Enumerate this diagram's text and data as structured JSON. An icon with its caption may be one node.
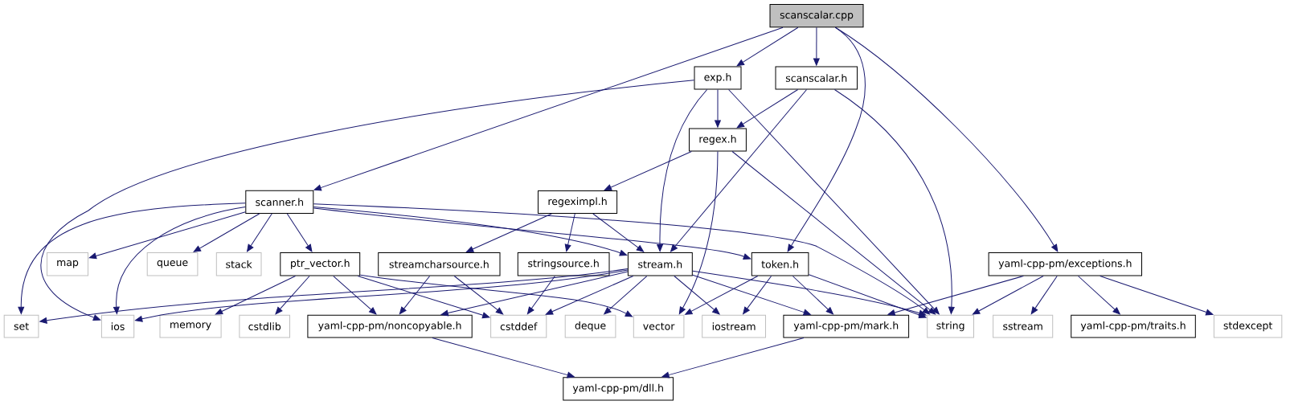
{
  "diagram": {
    "nodes": [
      {
        "text": [
          "scanscalar.cpp"
        ]
      },
      {
        "text": [
          "exp.h"
        ]
      },
      {
        "text": [
          "scanscalar.h"
        ]
      },
      {
        "text": [
          "regex.h"
        ]
      },
      {
        "text": [
          "scanner.h"
        ]
      },
      {
        "text": [
          "regeximpl.h"
        ]
      },
      {
        "text": [
          "map"
        ]
      },
      {
        "text": [
          "queue"
        ]
      },
      {
        "text": [
          "stack"
        ]
      },
      {
        "text": [
          "ptr_vector.h"
        ]
      },
      {
        "text": [
          "streamcharsource.h"
        ]
      },
      {
        "text": [
          "stringsource.h"
        ]
      },
      {
        "text": [
          "stream.h"
        ]
      },
      {
        "text": [
          "token.h"
        ]
      },
      {
        "text": [
          "yaml-cpp-pm/exceptions.h"
        ]
      },
      {
        "text": [
          "set"
        ]
      },
      {
        "text": [
          "ios"
        ]
      },
      {
        "text": [
          "memory"
        ]
      },
      {
        "text": [
          "cstdlib"
        ]
      },
      {
        "text": [
          "yaml-cpp-pm/noncopyable.h"
        ]
      },
      {
        "text": [
          "cstddef"
        ]
      },
      {
        "text": [
          "deque"
        ]
      },
      {
        "text": [
          "vector"
        ]
      },
      {
        "text": [
          "iostream"
        ]
      },
      {
        "text": [
          "yaml-cpp-pm/mark.h"
        ]
      },
      {
        "text": [
          "string"
        ]
      },
      {
        "text": [
          "sstream"
        ]
      },
      {
        "text": [
          "yaml-cpp-pm/traits.h"
        ]
      },
      {
        "text": [
          "stdexcept"
        ]
      },
      {
        "text": [
          "yaml-cpp-pm/dll.h"
        ]
      }
    ],
    "edges": [
      {
        "from": 0,
        "to": 1,
        "arrow": "to"
      },
      {
        "from": 0,
        "to": 2,
        "arrow": "to"
      },
      {
        "from": 0,
        "to": 4,
        "arrow": "to"
      },
      {
        "from": 0,
        "to": 13,
        "arrow": "to"
      },
      {
        "from": 0,
        "to": 14,
        "arrow": "to"
      },
      {
        "from": 1,
        "to": 16,
        "arrow": "to"
      },
      {
        "from": 1,
        "to": 3,
        "arrow": "to"
      },
      {
        "from": 1,
        "to": 12,
        "arrow": "to"
      },
      {
        "from": 1,
        "to": 25,
        "arrow": "to"
      },
      {
        "from": 2,
        "to": 3,
        "arrow": "to"
      },
      {
        "from": 2,
        "to": 12,
        "arrow": "to"
      },
      {
        "from": 2,
        "to": 25,
        "arrow": "to"
      },
      {
        "from": 3,
        "to": 5,
        "arrow": "to"
      },
      {
        "from": 3,
        "to": 22,
        "arrow": "to"
      },
      {
        "from": 3,
        "to": 25,
        "arrow": "to"
      },
      {
        "from": 4,
        "to": 15,
        "arrow": "to"
      },
      {
        "from": 4,
        "to": 16,
        "arrow": "to"
      },
      {
        "from": 4,
        "to": 6,
        "arrow": "to"
      },
      {
        "from": 4,
        "to": 7,
        "arrow": "to"
      },
      {
        "from": 4,
        "to": 8,
        "arrow": "to"
      },
      {
        "from": 4,
        "to": 9,
        "arrow": "to"
      },
      {
        "from": 4,
        "to": 12,
        "arrow": "to"
      },
      {
        "from": 4,
        "to": 13,
        "arrow": "to"
      },
      {
        "from": 4,
        "to": 25,
        "arrow": "to"
      },
      {
        "from": 5,
        "to": 10,
        "arrow": "to"
      },
      {
        "from": 5,
        "to": 11,
        "arrow": "to"
      },
      {
        "from": 5,
        "to": 12,
        "arrow": "to"
      },
      {
        "from": 9,
        "to": 17,
        "arrow": "to"
      },
      {
        "from": 9,
        "to": 18,
        "arrow": "to"
      },
      {
        "from": 9,
        "to": 19,
        "arrow": "to"
      },
      {
        "from": 9,
        "to": 20,
        "arrow": "to"
      },
      {
        "from": 9,
        "to": 22,
        "arrow": "to"
      },
      {
        "from": 10,
        "to": 19,
        "arrow": "to"
      },
      {
        "from": 10,
        "to": 20,
        "arrow": "to"
      },
      {
        "from": 11,
        "to": 20,
        "arrow": "to"
      },
      {
        "from": 12,
        "to": 15,
        "arrow": "to"
      },
      {
        "from": 12,
        "to": 16,
        "arrow": "to"
      },
      {
        "from": 12,
        "to": 19,
        "arrow": "to"
      },
      {
        "from": 12,
        "to": 20,
        "arrow": "to"
      },
      {
        "from": 12,
        "to": 21,
        "arrow": "to"
      },
      {
        "from": 12,
        "to": 23,
        "arrow": "to"
      },
      {
        "from": 12,
        "to": 24,
        "arrow": "to"
      },
      {
        "from": 12,
        "to": 25,
        "arrow": "to"
      },
      {
        "from": 13,
        "to": 22,
        "arrow": "to"
      },
      {
        "from": 13,
        "to": 23,
        "arrow": "to"
      },
      {
        "from": 13,
        "to": 24,
        "arrow": "to"
      },
      {
        "from": 13,
        "to": 25,
        "arrow": "to"
      },
      {
        "from": 14,
        "to": 24,
        "arrow": "to"
      },
      {
        "from": 14,
        "to": 25,
        "arrow": "to"
      },
      {
        "from": 14,
        "to": 26,
        "arrow": "to"
      },
      {
        "from": 14,
        "to": 27,
        "arrow": "to"
      },
      {
        "from": 14,
        "to": 28,
        "arrow": "to"
      },
      {
        "from": 19,
        "to": 29,
        "arrow": "to"
      },
      {
        "from": 24,
        "to": 29,
        "arrow": "to"
      }
    ]
  }
}
